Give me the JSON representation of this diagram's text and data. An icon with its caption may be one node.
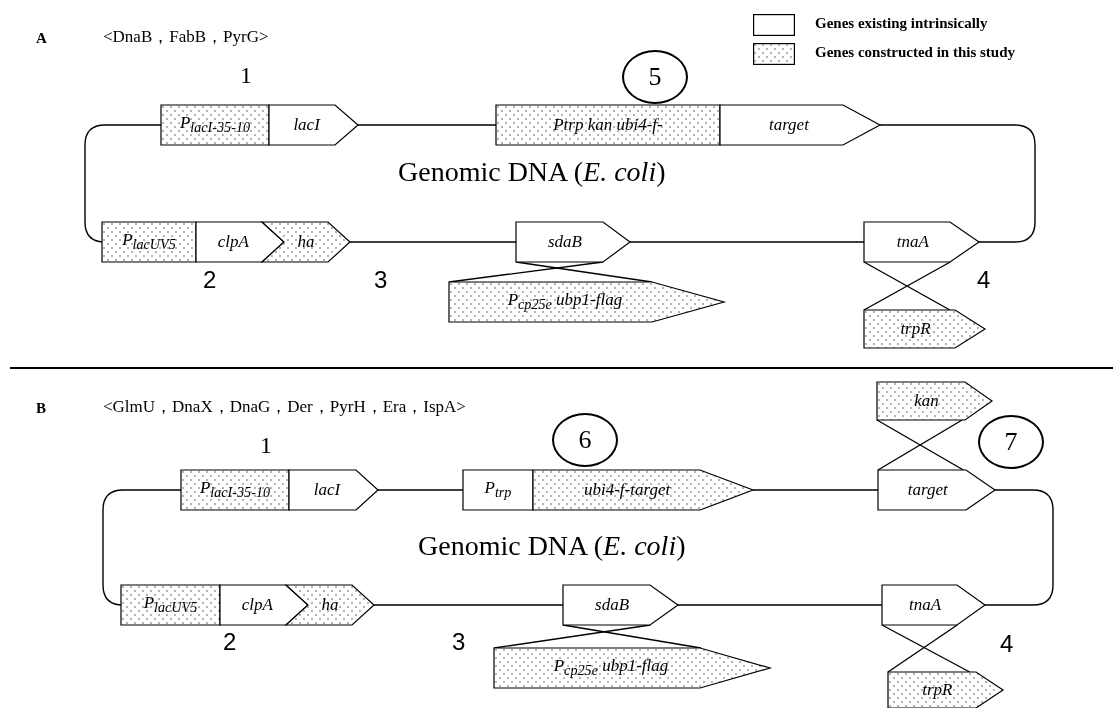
{
  "diagram": {
    "nodes": [
      {
        "text": [
          "5"
        ]
      },
      {
        "text": [
          "P$_{lacI-35-10}$"
        ]
      },
      {
        "text": [
          "lacI"
        ]
      },
      {
        "text": [
          "Ptrp kan ubi4-f-"
        ]
      },
      {
        "text": [
          "target"
        ]
      },
      {
        "text": [
          "P$_{lacUV5}$"
        ]
      },
      {
        "text": [
          "clpA"
        ]
      },
      {
        "text": [
          "ha"
        ]
      },
      {
        "text": [
          "sdaB"
        ]
      },
      {
        "text": [
          "P$_{cp25e}$ ubp1-flag"
        ]
      },
      {
        "text": [
          "tnaA"
        ]
      },
      {
        "text": [
          "trpR"
        ]
      },
      {
        "text": [
          "6"
        ]
      },
      {
        "text": [
          "7"
        ]
      },
      {
        "text": [
          "kan"
        ]
      },
      {
        "text": [
          "P$_{lacI-35-10}$"
        ]
      },
      {
        "text": [
          "lacI"
        ]
      },
      {
        "text": [
          "P$_{trp}$"
        ]
      },
      {
        "text": [
          "ubi4-f-target"
        ]
      },
      {
        "text": [
          "target"
        ]
      },
      {
        "text": [
          "P$_{lacUV5}$"
        ]
      },
      {
        "text": [
          "clpA"
        ]
      },
      {
        "text": [
          "ha"
        ]
      },
      {
        "text": [
          "sdaB"
        ]
      },
      {
        "text": [
          "P$_{cp25e}$ ubp1-flag"
        ]
      },
      {
        "text": [
          "tnaA"
        ]
      },
      {
        "text": [
          "trpR"
        ]
      }
    ],
    "edges": [
      {
        "from": 2,
        "to": 3,
        "arrow": "none"
      },
      {
        "from": 4,
        "to": 10,
        "arrow": "none"
      },
      {
        "from": 1,
        "to": 5,
        "arrow": "none"
      },
      {
        "from": 7,
        "to": 8,
        "arrow": "none"
      },
      {
        "from": 8,
        "to": 10,
        "arrow": "none"
      },
      {
        "from": 8,
        "to": 9,
        "arrow": "none"
      },
      {
        "from": 8,
        "to": 9,
        "arrow": "none"
      },
      {
        "from": 10,
        "to": 11,
        "arrow": "none"
      },
      {
        "from": 10,
        "to": 11,
        "arrow": "none"
      },
      {
        "from": 16,
        "to": 17,
        "arrow": "none"
      },
      {
        "from": 18,
        "to": 19,
        "arrow": "none"
      },
      {
        "from": 19,
        "to": 25,
        "arrow": "none"
      },
      {
        "from": 15,
        "to": 20,
        "arrow": "none"
      },
      {
        "from": 22,
        "to": 23,
        "arrow": "none"
      },
      {
        "from": 23,
        "to": 25,
        "arrow": "none"
      },
      {
        "from": 14,
        "to": 19,
        "arrow": "none"
      },
      {
        "from": 14,
        "to": 19,
        "arrow": "none"
      },
      {
        "from": 23,
        "to": 24,
        "arrow": "none"
      },
      {
        "from": 23,
        "to": 24,
        "arrow": "none"
      },
      {
        "from": 25,
        "to": 26,
        "arrow": "none"
      },
      {
        "from": 25,
        "to": 26,
        "arrow": "none"
      }
    ],
    "labels": [
      "A",
      "<DnaB，FabB，PyrG>",
      "1",
      "Genomic DNA (*E. coli*)",
      "2",
      "3",
      "4",
      "B",
      "<GlmU，DnaX，DnaG，Der，PyrH，Era，IspA>",
      "1",
      "Genomic DNA (*E. coli*)",
      "2",
      "3",
      "4"
    ],
    "legend": [
      {
        "text": "Genes existing intrinsically"
      },
      {
        "text": "Genes constructed in this study"
      }
    ]
  }
}
